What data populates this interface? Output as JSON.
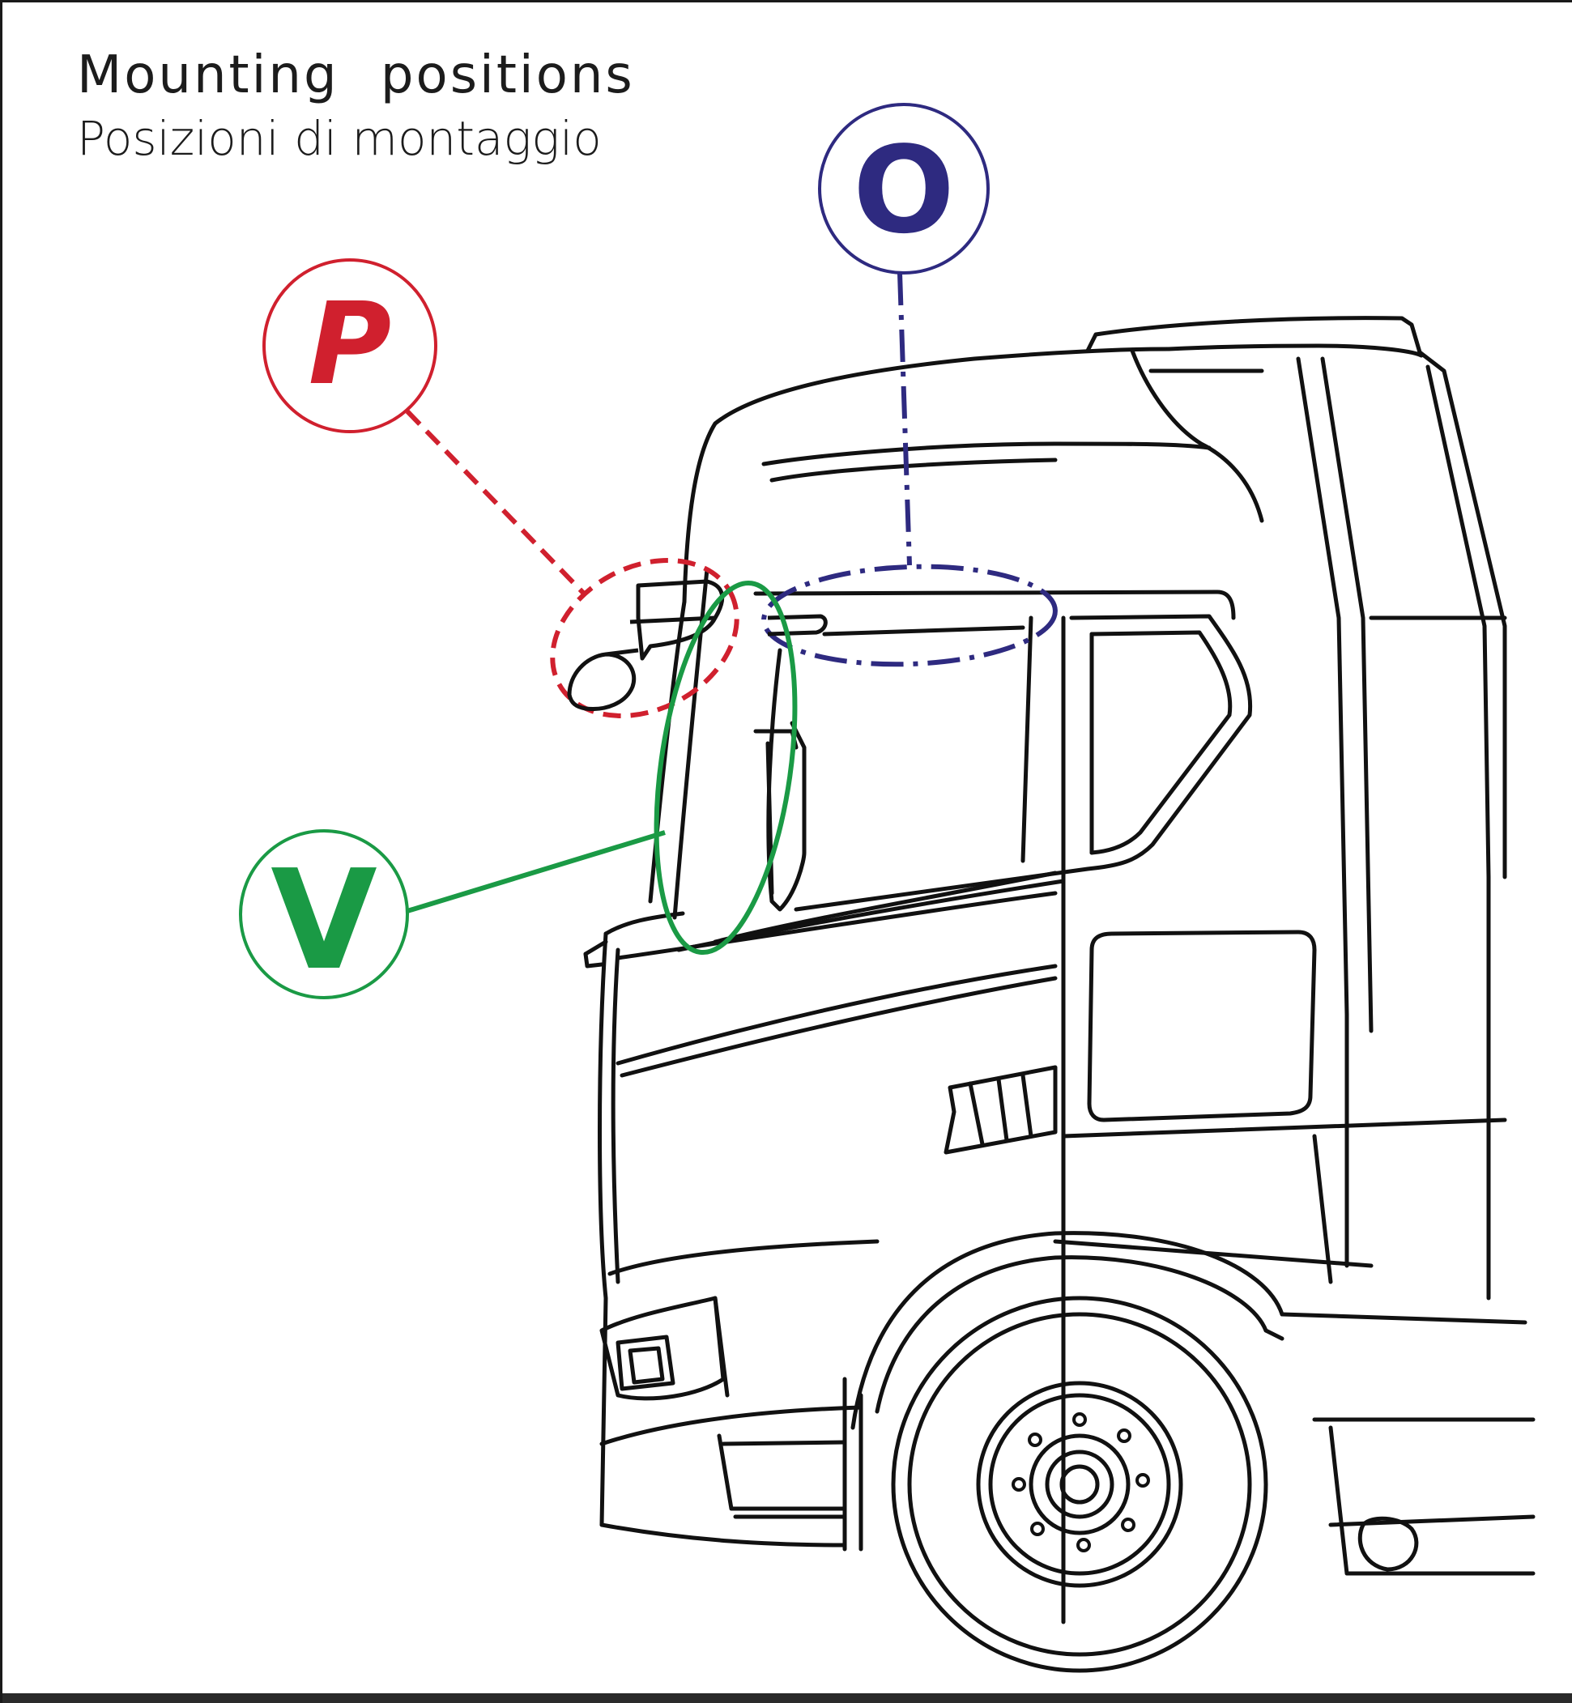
{
  "title": {
    "english": "Mounting positions",
    "italian": "Posizioni di montaggio"
  },
  "markers": [
    {
      "letter": "P",
      "color": "#d0202e",
      "line_style": "dashed"
    },
    {
      "letter": "O",
      "color": "#2e2a80",
      "line_style": "dash-dot"
    },
    {
      "letter": "V",
      "color": "#1a9a45",
      "line_style": "solid"
    }
  ],
  "colors": {
    "outline": "#111111",
    "background": "#ffffff"
  }
}
